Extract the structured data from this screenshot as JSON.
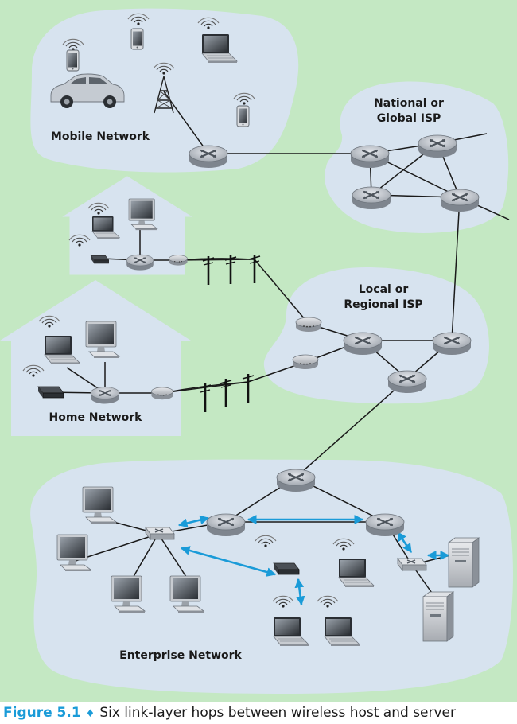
{
  "regions": {
    "mobile": "Mobile Network",
    "national_line1": "National or",
    "national_line2": "Global ISP",
    "local_line1": "Local or",
    "local_line2": "Regional ISP",
    "home": "Home Network",
    "enterprise": "Enterprise Network"
  },
  "caption": {
    "figure": "Figure 5.1",
    "bullet": "♦",
    "text": "Six link-layer hops between wireless host and server"
  },
  "colors": {
    "background": "#c4e8c3",
    "cloud": "#d7e3ef",
    "link": "#1a1a1a",
    "hop_arrow": "#1a9bd8",
    "router": "#9aa0a8"
  },
  "icons": [
    "router-icon",
    "switch-icon",
    "modem-icon",
    "access-point-icon",
    "laptop-icon",
    "desktop-icon",
    "phone-icon",
    "car-icon",
    "cell-tower-icon",
    "server-icon",
    "telephone-pole-icon"
  ]
}
